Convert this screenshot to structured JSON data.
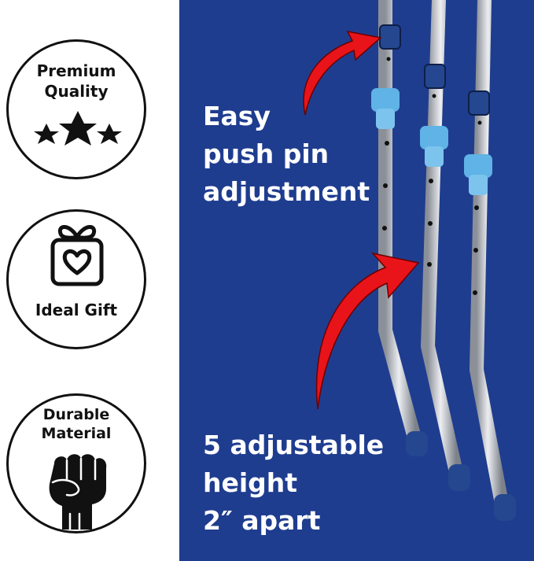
{
  "badges": {
    "quality": {
      "line1": "Premium",
      "line2": "Quality",
      "icon": "stars-icon"
    },
    "gift": {
      "label": "Ideal Gift",
      "icon": "gift-box-heart-icon"
    },
    "material": {
      "line1": "Durable",
      "line2": "Material",
      "icon": "fist-icon"
    }
  },
  "callouts": {
    "pin": {
      "line1": "Easy",
      "line2": "push pin",
      "line3": "adjustment"
    },
    "height": {
      "line1": "5 adjustable",
      "line2": "height",
      "line3": "2″ apart"
    }
  },
  "colors": {
    "background_right": "#1f3d8f",
    "arrow_red": "#e8141a",
    "pole_silver": "#c9ccd2",
    "button_blue": "#5fb3e6",
    "badge_stroke": "#111111"
  }
}
